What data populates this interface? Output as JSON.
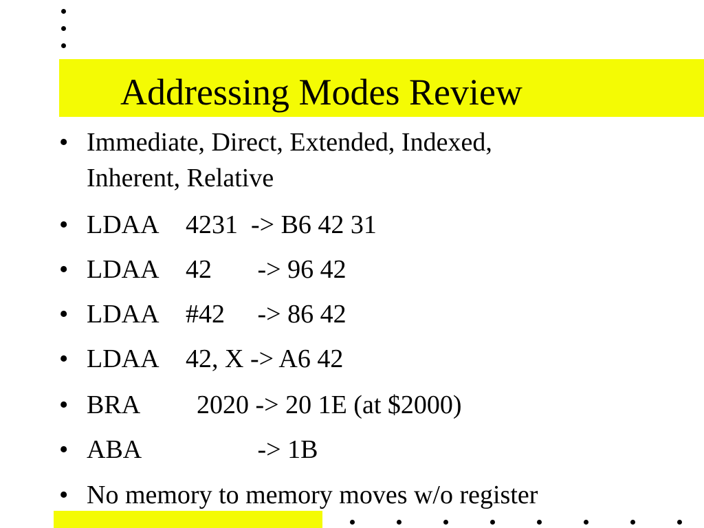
{
  "slide": {
    "title": "Addressing Modes Review",
    "accent_color": "#f4fb04",
    "bullet_symbol": "•",
    "bullets": [
      {
        "lines": [
          "Immediate, Direct, Extended, Indexed,",
          "Inherent, Relative"
        ]
      },
      {
        "op": "LDAA",
        "operand": "4231  -> B6 42 31"
      },
      {
        "op": "LDAA",
        "operand": "42       -> 96 42"
      },
      {
        "op": "LDAA",
        "operand": "#42     -> 86 42"
      },
      {
        "op": "LDAA",
        "operand": "42, X -> A6 42"
      },
      {
        "op": "BRA",
        "operand": "2020 -> 20 1E (at $2000)"
      },
      {
        "op": "ABA",
        "operand": "           -> 1B"
      },
      {
        "text": "No memory to memory moves w/o register"
      }
    ]
  }
}
